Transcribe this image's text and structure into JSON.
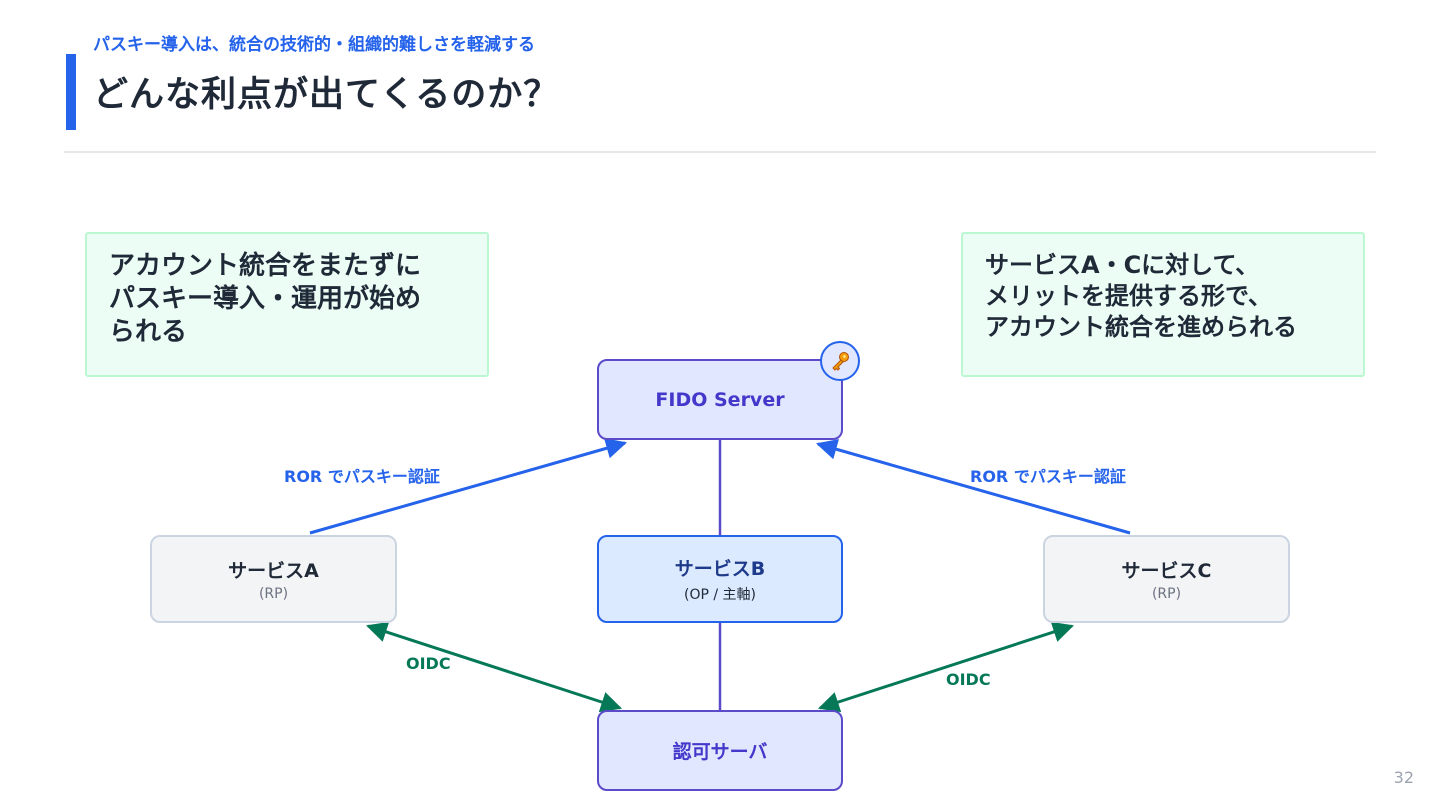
{
  "header": {
    "subtitle": "パスキー導入は、統合の技術的・組織的難しさを軽減する",
    "title": "どんな利点が出てくるのか？"
  },
  "notes": {
    "left": [
      "アカウント統合をまたずに",
      "パスキー導入・運用が始め",
      "られる"
    ],
    "right": [
      "サービスA・Cに対して、",
      "メリットを提供する形で、",
      "アカウント統合を進められる"
    ]
  },
  "diagram": {
    "fido_server": {
      "label": "FIDO Server",
      "badge_icon": "key-icon"
    },
    "service_a": {
      "label": "サービスA",
      "sub": "(RP)"
    },
    "service_b": {
      "label": "サービスB",
      "sub": "(OP / 主軸)"
    },
    "service_c": {
      "label": "サービスC",
      "sub": "(RP)"
    },
    "auth_server": {
      "label": "認可サーバ"
    },
    "edges": {
      "ror_left": "ROR でパスキー認証",
      "ror_right": "ROR でパスキー認証",
      "oidc_left": "OIDC",
      "oidc_right": "OIDC"
    }
  },
  "colors": {
    "accent": "#2563eb",
    "purple": "#5b4bc9",
    "green": "#047857",
    "note_bg": "#ecfdf5",
    "note_border": "#bbf7d0"
  },
  "page_number": "32"
}
